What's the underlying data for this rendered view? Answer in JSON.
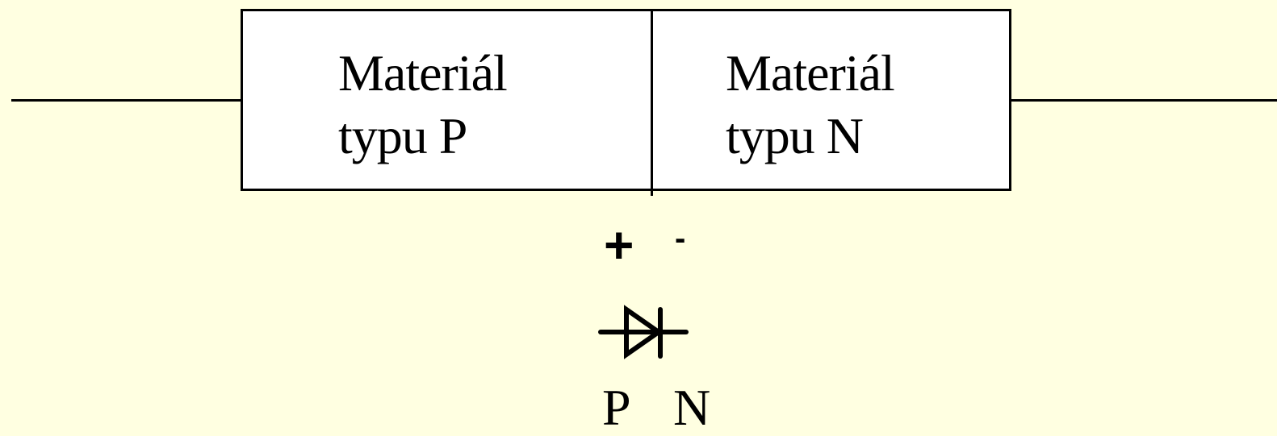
{
  "junction": {
    "p_region": {
      "line1": "Materiál",
      "line2": "typu P"
    },
    "n_region": {
      "line1": "Materiál",
      "line2": "typu N"
    }
  },
  "polarity": {
    "plus": "+",
    "minus": "-"
  },
  "terminals": {
    "p": "P",
    "n": "N"
  },
  "colors": {
    "background": "#FFFFE1",
    "box_fill": "#FFFFFF",
    "stroke": "#000000"
  },
  "icons": {
    "diode": "diode-symbol-icon"
  }
}
